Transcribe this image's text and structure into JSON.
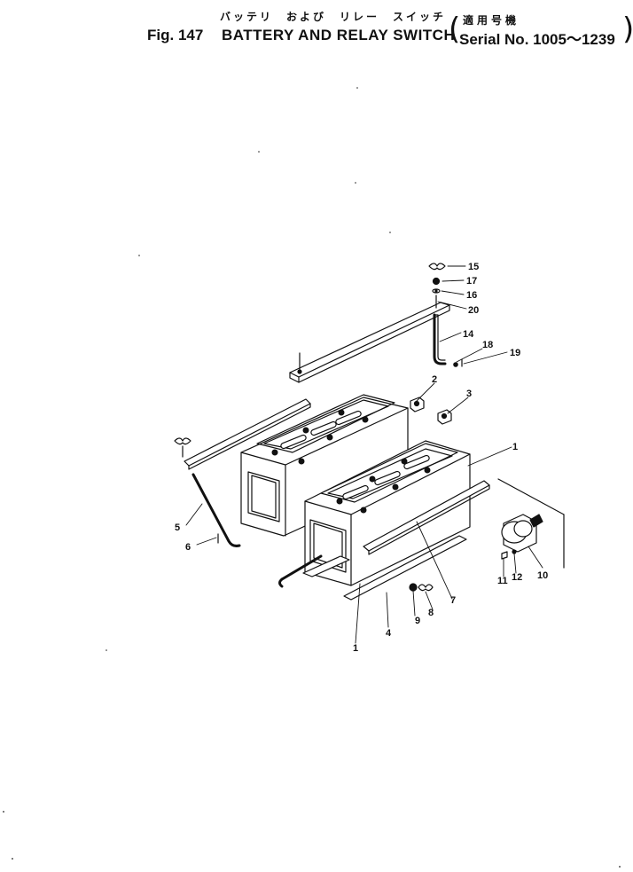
{
  "header": {
    "jp_title": "バッテリ　および　リレー　スイッチ",
    "fig_label": "Fig. 147",
    "title": "BATTERY AND RELAY SWITCH",
    "serial_jp": "適用号機",
    "serial_text": "Serial No. 1005～1239"
  },
  "callouts": {
    "c15": "15",
    "c17": "17",
    "c16": "16",
    "c20": "20",
    "c14": "14",
    "c18": "18",
    "c19": "19",
    "c2": "2",
    "c3": "3",
    "c1a": "1",
    "c5": "5",
    "c6": "6",
    "c7": "7",
    "c8": "8",
    "c9": "9",
    "c4": "4",
    "c1b": "1",
    "c11": "11",
    "c12": "12",
    "c10": "10"
  }
}
